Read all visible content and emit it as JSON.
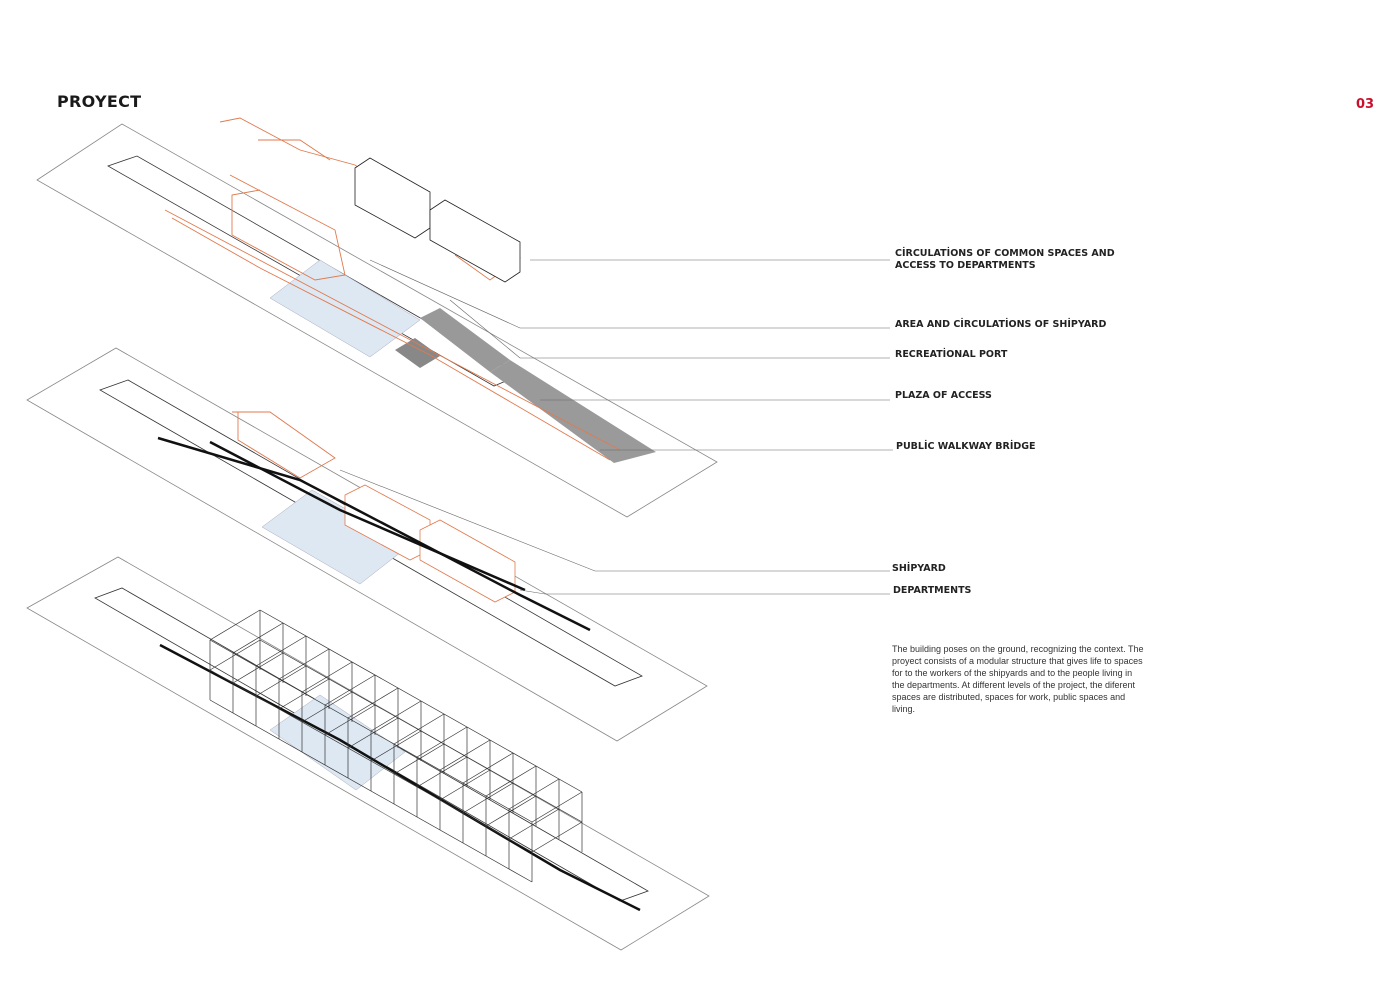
{
  "page": {
    "title": "PROYECT",
    "number": "03"
  },
  "labels": {
    "circulations_common": "CİRCULATİONS OF COMMON SPACES AND ACCESS TO DEPARTMENTS",
    "area_shipyard": "AREA AND CİRCULATİONS OF SHİPYARD",
    "recreational_port": "RECREATİONAL PORT",
    "plaza_access": "PLAZA OF ACCESS",
    "walkway_bridge": "PUBLİC WALKWAY BRİDGE",
    "shipyard": "SHİPYARD",
    "departments": "DEPARTMENTS"
  },
  "description": "The building poses on the ground, recognizing the context. The proyect consists of a modular structure that gives life to spaces for to the workers of the shipyards and to the people living in the departments. At different levels of the project, the diferent spaces are distributed, spaces for work, public spaces and living.",
  "colors": {
    "accent": "#c8102e",
    "orange": "#e07a4f",
    "water": "#dde8f3",
    "plaza": "#9a9a9a"
  }
}
